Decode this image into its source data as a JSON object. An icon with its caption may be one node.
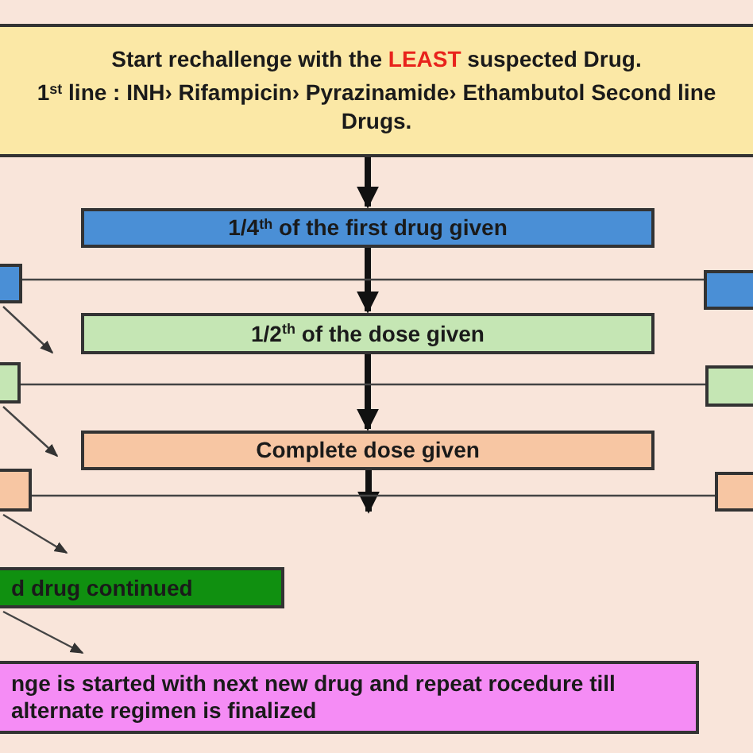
{
  "diagram": {
    "nodes": [
      {
        "text": [
          "Start rechallenge  with the **LEAST** suspected Drug.",
          "1$^{st}$ line : INH› Rifampicin› Pyrazinamide› Ethambutol Second line Drugs."
        ]
      },
      {
        "text": [
          "1/4$^{th}$ of the first drug given"
        ]
      },
      {
        "text": [],
        "shape": "box"
      },
      {
        "text": [],
        "shape": "box"
      },
      {
        "text": [
          "1/2$^{th}$ of the  dose given"
        ]
      },
      {
        "text": [],
        "shape": "box"
      },
      {
        "text": [],
        "shape": "box"
      },
      {
        "text": [
          "Complete dose given"
        ]
      },
      {
        "text": [],
        "shape": "box"
      },
      {
        "text": [],
        "shape": "box"
      },
      {
        "text": [
          "d drug continued"
        ]
      },
      {
        "text": [
          "nge is started with next new drug and repeat rocedure till alternate regimen is finalized"
        ]
      }
    ],
    "edges": [
      {
        "from": 0,
        "to": 1,
        "arrow": "to",
        "style": "thick"
      },
      {
        "from": 1,
        "to": 4,
        "arrow": "to",
        "style": "thick"
      },
      {
        "from": 2,
        "to": 3,
        "arrow": "none"
      },
      {
        "from": 4,
        "to": 7,
        "arrow": "to",
        "style": "thick"
      },
      {
        "from": 5,
        "to": 6,
        "arrow": "none"
      },
      {
        "from": 7,
        "to": null,
        "arrow": "to",
        "style": "thick"
      },
      {
        "from": 8,
        "to": 9,
        "arrow": "none"
      },
      {
        "from": 2,
        "to": 4,
        "arrow": "to"
      },
      {
        "from": 5,
        "to": 7,
        "arrow": "to"
      },
      {
        "from": 8,
        "to": 10,
        "arrow": "to"
      },
      {
        "from": 10,
        "to": 11,
        "arrow": "to"
      }
    ]
  }
}
